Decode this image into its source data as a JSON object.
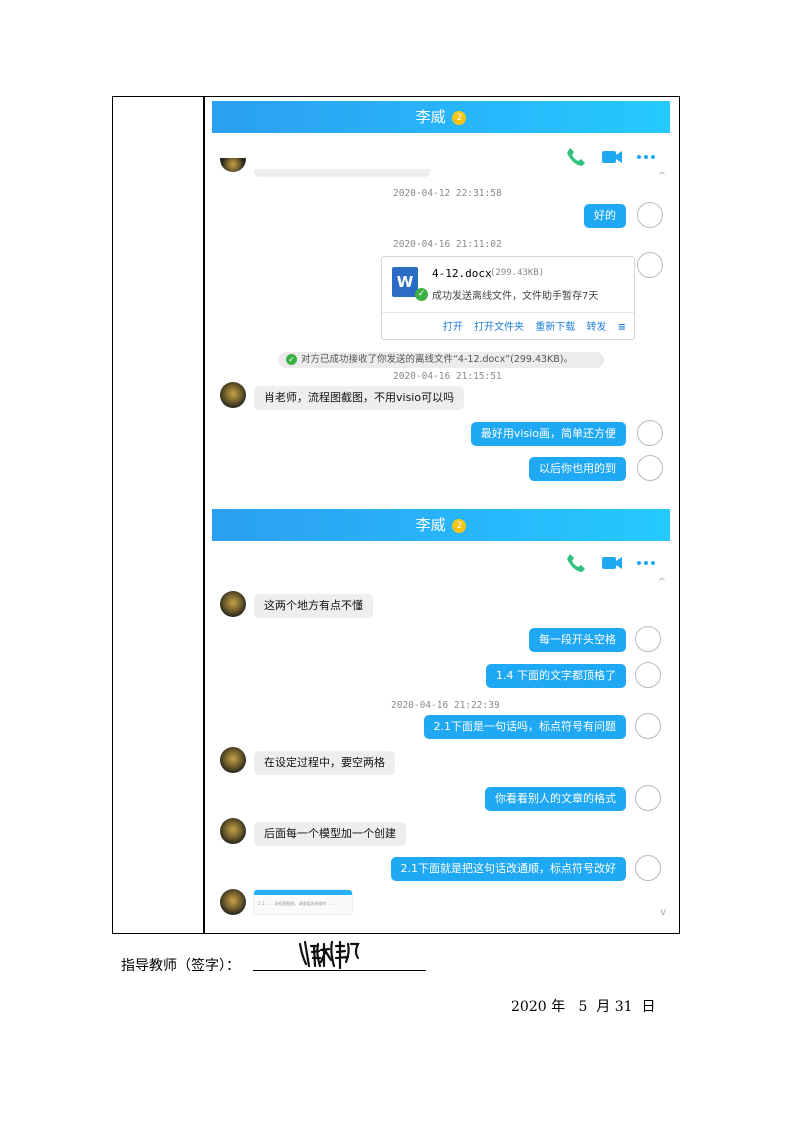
{
  "panel1": {
    "title": "李威",
    "vip_badge": "2",
    "timestamps": [
      "2020-04-12 22:31:58",
      "2020-04-16 21:11:02",
      "2020-04-16 21:15:51"
    ],
    "msg_ok": "好的",
    "file": {
      "name": "4-12.docx",
      "size": "(299.43KB)",
      "status": "成功发送离线文件，文件助手暂存7天",
      "actions": [
        "打开",
        "打开文件夹",
        "重新下载",
        "转发"
      ],
      "icon_letter": "W"
    },
    "notice": "对方已成功接收了你发送的离线文件“4-12.docx”(299.43KB)。",
    "messages": [
      {
        "from": "peer",
        "text": "肖老师，流程图截图，不用visio可以吗"
      },
      {
        "from": "me",
        "text": "最好用visio画，简单还方便"
      },
      {
        "from": "me",
        "text": "以后你也用的到"
      }
    ]
  },
  "panel2": {
    "title": "李威",
    "vip_badge": "2",
    "timestamp": "2020-04-16 21:22:39",
    "messages": [
      {
        "from": "peer",
        "text": "这两个地方有点不懂"
      },
      {
        "from": "me",
        "text": "每一段开头空格"
      },
      {
        "from": "me",
        "text": "1.4  下面的文字都顶格了"
      },
      {
        "from": "me",
        "text": "2.1下面是一句话吗，标点符号有问题"
      },
      {
        "from": "peer",
        "text": "在设定过程中，要空两格"
      },
      {
        "from": "me",
        "text": "你看看别人的文章的格式"
      },
      {
        "from": "peer",
        "text": "后面每一个模型加一个创建"
      },
      {
        "from": "me",
        "text": "2.1下面就是把这句话改通顺，标点符号改好"
      }
    ],
    "image_preview_text": "2.1 ...... 流程图截图，请查看具体操作 ......"
  },
  "footer": {
    "advisor_label": "指导教师（签字）：",
    "signature": "肖林伟",
    "year": "2020",
    "year_unit": "年",
    "month": "5",
    "month_unit": "月",
    "day": "31",
    "day_unit": "日"
  },
  "icons": [
    "phone-icon",
    "video-icon",
    "more-icon",
    "scroll-up-icon",
    "scroll-down-icon",
    "check-icon",
    "word-file-icon",
    "menu-icon"
  ],
  "colors": {
    "titlebar_start": "#2b9ff2",
    "titlebar_end": "#25c9ff",
    "bubble_out": "#1fa8f4",
    "bubble_in": "#eeeeee",
    "icon": "#1fa8f4",
    "phone": "#2ec27e"
  }
}
